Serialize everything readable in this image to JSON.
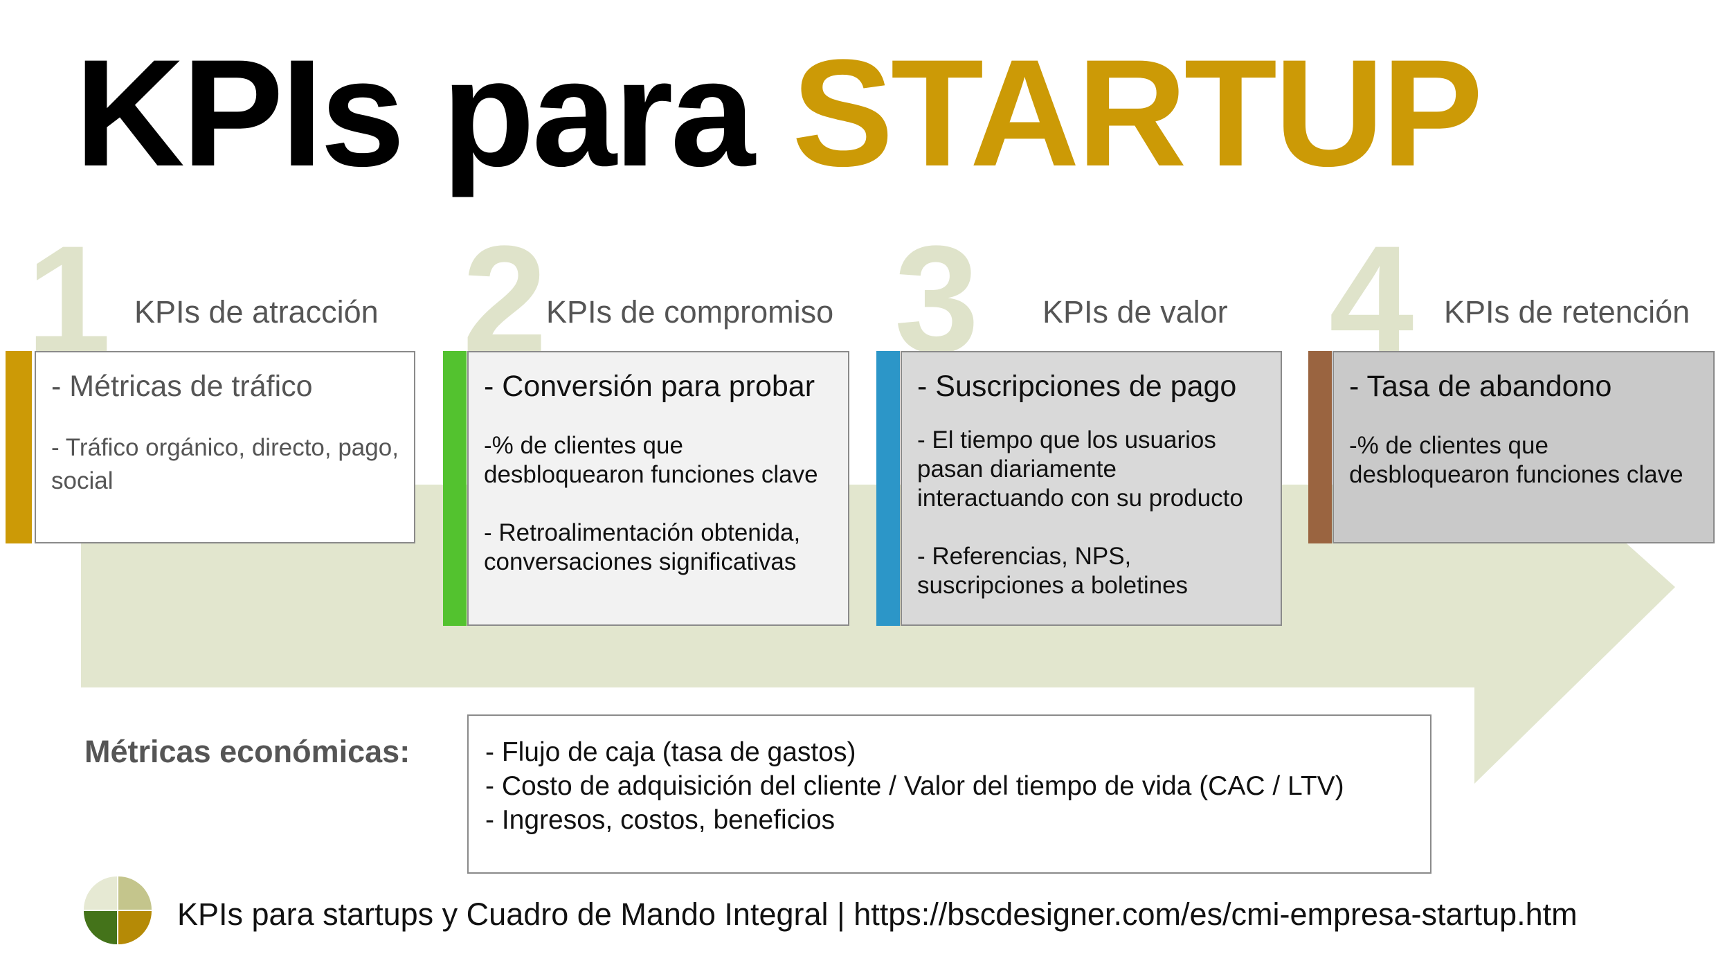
{
  "title": {
    "prefix": "KPIs para ",
    "highlight": "STARTUP"
  },
  "colors": {
    "highlight": "#cc9a06",
    "arrow": "#e2e6ce",
    "number": "#dfe3ca",
    "stage1": "#cc9a06",
    "stage2": "#53c22f",
    "stage3": "#2c96c8",
    "stage4": "#9a6440"
  },
  "stages": [
    {
      "number": "1",
      "heading": "KPIs de atracción",
      "card_title": "- Métricas de tráfico",
      "points": [
        "- Tráfico orgánico, directo, pago, social"
      ]
    },
    {
      "number": "2",
      "heading": "KPIs de compromiso",
      "card_title": "- Conversión para probar",
      "points": [
        "-% de clientes que desbloquearon funciones clave",
        "- Retroalimentación obtenida, conversaciones significativas"
      ]
    },
    {
      "number": "3",
      "heading": "KPIs de valor",
      "card_title": "- Suscripciones de pago",
      "points": [
        "- El tiempo que los usuarios pasan diariamente interactuando con su producto",
        "- Referencias, NPS, suscripciones a boletines"
      ]
    },
    {
      "number": "4",
      "heading": "KPIs de retención",
      "card_title": "- Tasa de abandono",
      "points": [
        "-% de clientes que desbloquearon funciones clave"
      ]
    }
  ],
  "economic": {
    "label": "Métricas económicas:",
    "items": [
      "- Flujo de caja (tasa de gastos)",
      "- Costo de adquisición del cliente / Valor del tiempo de vida (CAC / LTV)",
      "- Ingresos, costos, beneficios"
    ]
  },
  "footer": "KPIs para startups y Cuadro de Mando Integral | https://bscdesigner.com/es/cmi-empresa-startup.htm"
}
